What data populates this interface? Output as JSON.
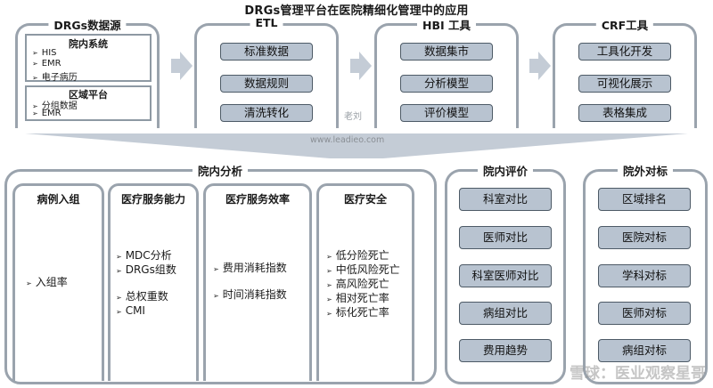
{
  "title": "DRGs管理平台在医院精细化管理中的应用",
  "top": {
    "sources": {
      "title": "DRGs数据源",
      "hospital_system": {
        "title": "院内系统",
        "items": [
          "HIS",
          "EMR",
          "电子病历"
        ]
      },
      "regional_platform": {
        "title": "区域平台",
        "items": [
          "分组数据",
          "EMR"
        ]
      }
    },
    "etl": {
      "title": "ETL",
      "items": [
        "标准数据",
        "数据规则",
        "清洗转化"
      ]
    },
    "hbi": {
      "title": "HBI 工具",
      "items": [
        "数据集市",
        "分析模型",
        "评价模型"
      ]
    },
    "crf": {
      "title": "CRF工具",
      "items": [
        "工具化开发",
        "可视化展示",
        "表格集成"
      ]
    },
    "author_mark": "老刘",
    "url": "www.leadieo.com"
  },
  "analysis": {
    "title": "院内分析",
    "columns": [
      {
        "title": "病例入组",
        "groups": [
          [
            "入组率"
          ]
        ]
      },
      {
        "title": "医疗服务能力",
        "groups": [
          [
            "MDC分析",
            "DRGs组数"
          ],
          [
            "总权重数",
            "CMI"
          ]
        ]
      },
      {
        "title": "医疗服务效率",
        "groups": [
          [
            "费用消耗指数"
          ],
          [
            "时间消耗指数"
          ]
        ]
      },
      {
        "title": "医疗安全",
        "groups": [
          [
            "低分险死亡",
            "中低风险死亡",
            "高风险死亡",
            "相对死亡率",
            "标化死亡率"
          ]
        ]
      }
    ]
  },
  "evaluation": {
    "title": "院内评价",
    "items": [
      "科室对比",
      "医师对比",
      "科室医师对比",
      "病组对比",
      "费用趋势"
    ]
  },
  "benchmark": {
    "title": "院外对标",
    "items": [
      "区域排名",
      "医院对标",
      "学科对标",
      "医师对标",
      "病组对标"
    ]
  },
  "watermark": "雪球：医业观察星哥",
  "arrow_glyph": "➢",
  "colors": {
    "pill_fill": "#b8c3d0",
    "frame": "#9aa3ad",
    "arrow": "#c4ccd6"
  }
}
